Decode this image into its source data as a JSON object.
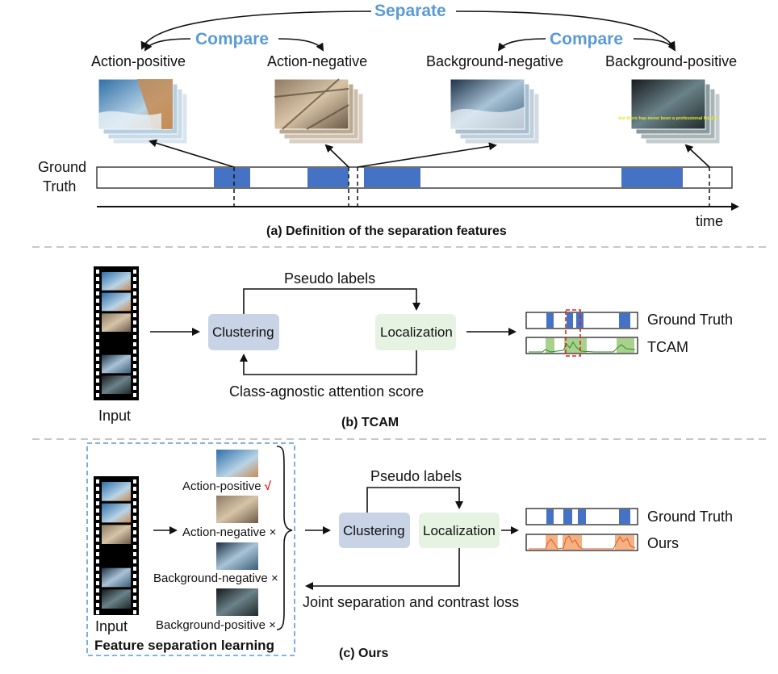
{
  "panel_a": {
    "separate": "Separate",
    "compare_left": "Compare",
    "compare_right": "Compare",
    "labels": [
      "Action-positive",
      "Action-negative",
      "Background-negative",
      "Background-positive"
    ],
    "frame_caption": "but there has never been a professional fatality",
    "ground_truth_line1": "Ground",
    "ground_truth_line2": "Truth",
    "time": "time",
    "caption": "(a) Definition of the separation features"
  },
  "panel_b": {
    "input": "Input",
    "pseudo_labels": "Pseudo labels",
    "clustering": "Clustering",
    "localization": "Localization",
    "attention": "Class-agnostic attention score",
    "ground_truth": "Ground Truth",
    "tcam": "TCAM",
    "caption": "(b)  TCAM"
  },
  "panel_c": {
    "input": "Input",
    "fsl": "Feature separation learning",
    "items": [
      {
        "label": "Action-positive",
        "mark": "√"
      },
      {
        "label": "Action-negative",
        "mark": "×"
      },
      {
        "label": "Background-negative",
        "mark": "×"
      },
      {
        "label": "Background-positive",
        "mark": "×"
      }
    ],
    "pseudo_labels": "Pseudo labels",
    "clustering": "Clustering",
    "localization": "Localization",
    "loss": "Joint separation and contrast loss",
    "ground_truth": "Ground Truth",
    "ours": "Ours",
    "caption": "(c)  Ours"
  },
  "colors": {
    "accent_blue": "#5b9bd5",
    "segment_blue": "#4472c4",
    "clustering_box": "#c9d3e6",
    "localization_box": "#e6f2e2",
    "tcam_fill": "#a9d18e",
    "ours_fill": "#f4b183",
    "red_mark": "#e02020"
  }
}
